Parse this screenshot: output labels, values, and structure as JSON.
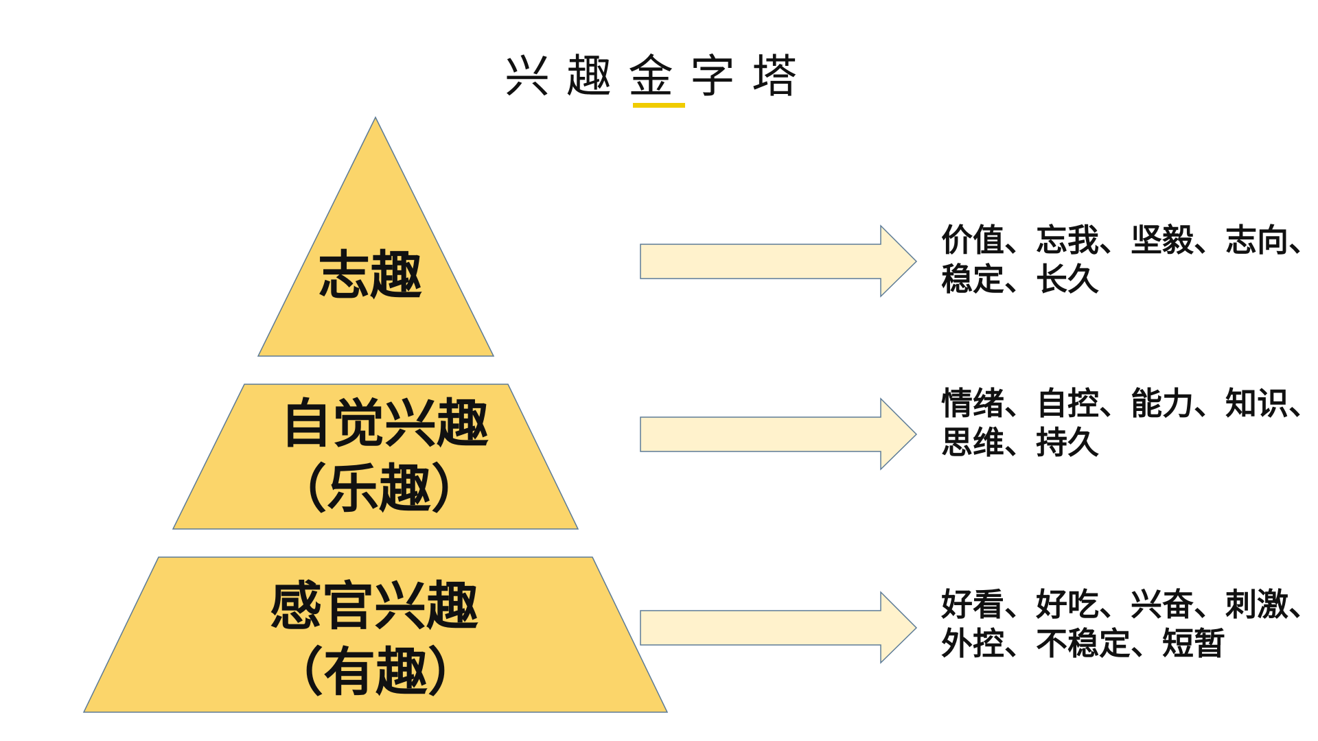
{
  "title": "兴趣金字塔",
  "colors": {
    "pyramid_fill": "#FBD56A",
    "arrow_fill": "#FFF2CC",
    "outline": "#5B7A96",
    "accent": "#F0CC00"
  },
  "levels": [
    {
      "label": "志趣",
      "sub": "",
      "description_line1": "价值、忘我、坚毅、志向、",
      "description_line2": "稳定、长久"
    },
    {
      "label": "自觉兴趣",
      "sub": "（乐趣）",
      "description_line1": "情绪、自控、能力、知识、",
      "description_line2": "思维、持久"
    },
    {
      "label": "感官兴趣",
      "sub": "（有趣）",
      "description_line1": "好看、好吃、兴奋、刺激、",
      "description_line2": "外控、不稳定、短暂"
    }
  ]
}
